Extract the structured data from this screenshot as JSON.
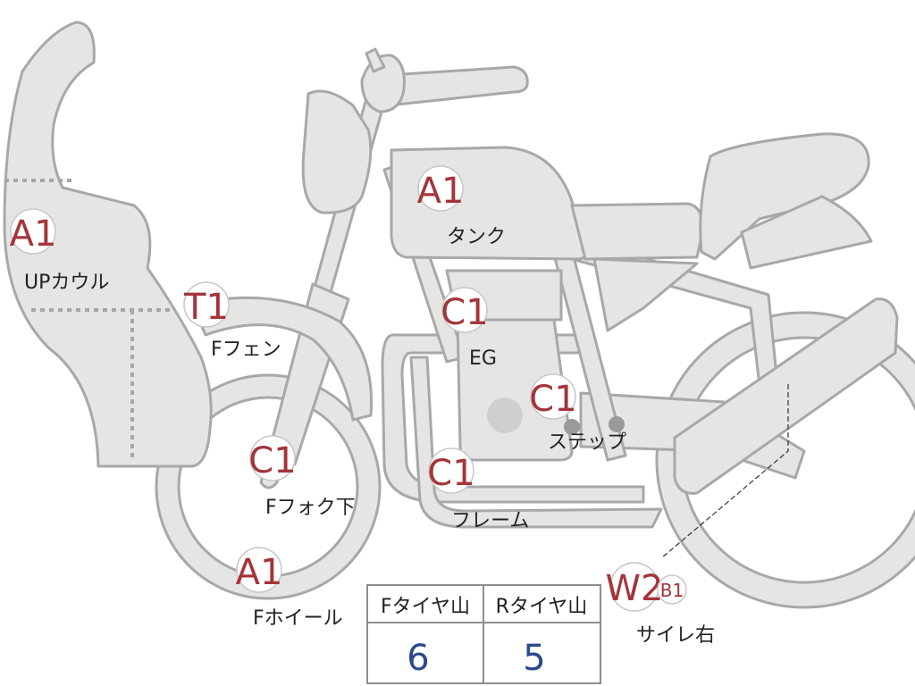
{
  "parts": {
    "up_cowl": {
      "grade": "A1",
      "label": "UPカウル"
    },
    "tank": {
      "grade": "A1",
      "label": "タンク"
    },
    "f_fender": {
      "grade": "T1",
      "label": "Fフェン"
    },
    "engine": {
      "grade": "C1",
      "label": "EG"
    },
    "step": {
      "grade": "C1",
      "label": "ステップ"
    },
    "f_fork_lower": {
      "grade": "C1",
      "label": "Fフォク下"
    },
    "frame": {
      "grade": "C1",
      "label": "フレーム"
    },
    "f_wheel": {
      "grade": "A1",
      "label": "Fホイール"
    },
    "muffler_right": {
      "grade": "W2",
      "grade_sub": "B1",
      "label": "サイレ右"
    }
  },
  "tire_table": {
    "front_header": "Fタイヤ山",
    "rear_header": "Rタイヤ山",
    "front_value": "6",
    "rear_value": "5"
  }
}
